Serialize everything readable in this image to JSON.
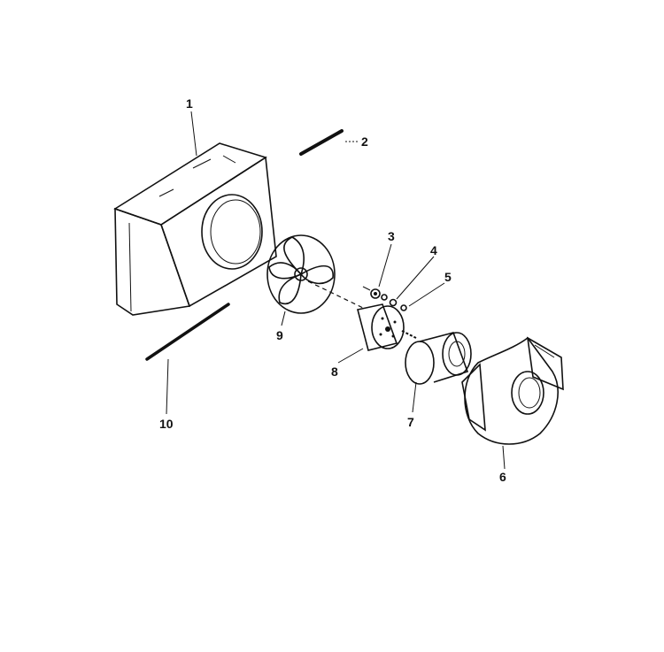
{
  "header_fragments": [
    "",
    "",
    ""
  ],
  "parts": [
    {
      "id": "1",
      "label": "1",
      "name": "cabinet-shroud"
    },
    {
      "id": "2",
      "label": "2",
      "name": "rod-upper"
    },
    {
      "id": "3",
      "label": "3",
      "name": "nut"
    },
    {
      "id": "4",
      "label": "4",
      "name": "washer"
    },
    {
      "id": "5",
      "label": "5",
      "name": "screw"
    },
    {
      "id": "6",
      "label": "6",
      "name": "blower-housing"
    },
    {
      "id": "7",
      "label": "7",
      "name": "blower-wheel"
    },
    {
      "id": "8",
      "label": "8",
      "name": "fan-motor"
    },
    {
      "id": "9",
      "label": "9",
      "name": "fan-blade"
    },
    {
      "id": "10",
      "label": "10",
      "name": "rod-lower"
    }
  ]
}
